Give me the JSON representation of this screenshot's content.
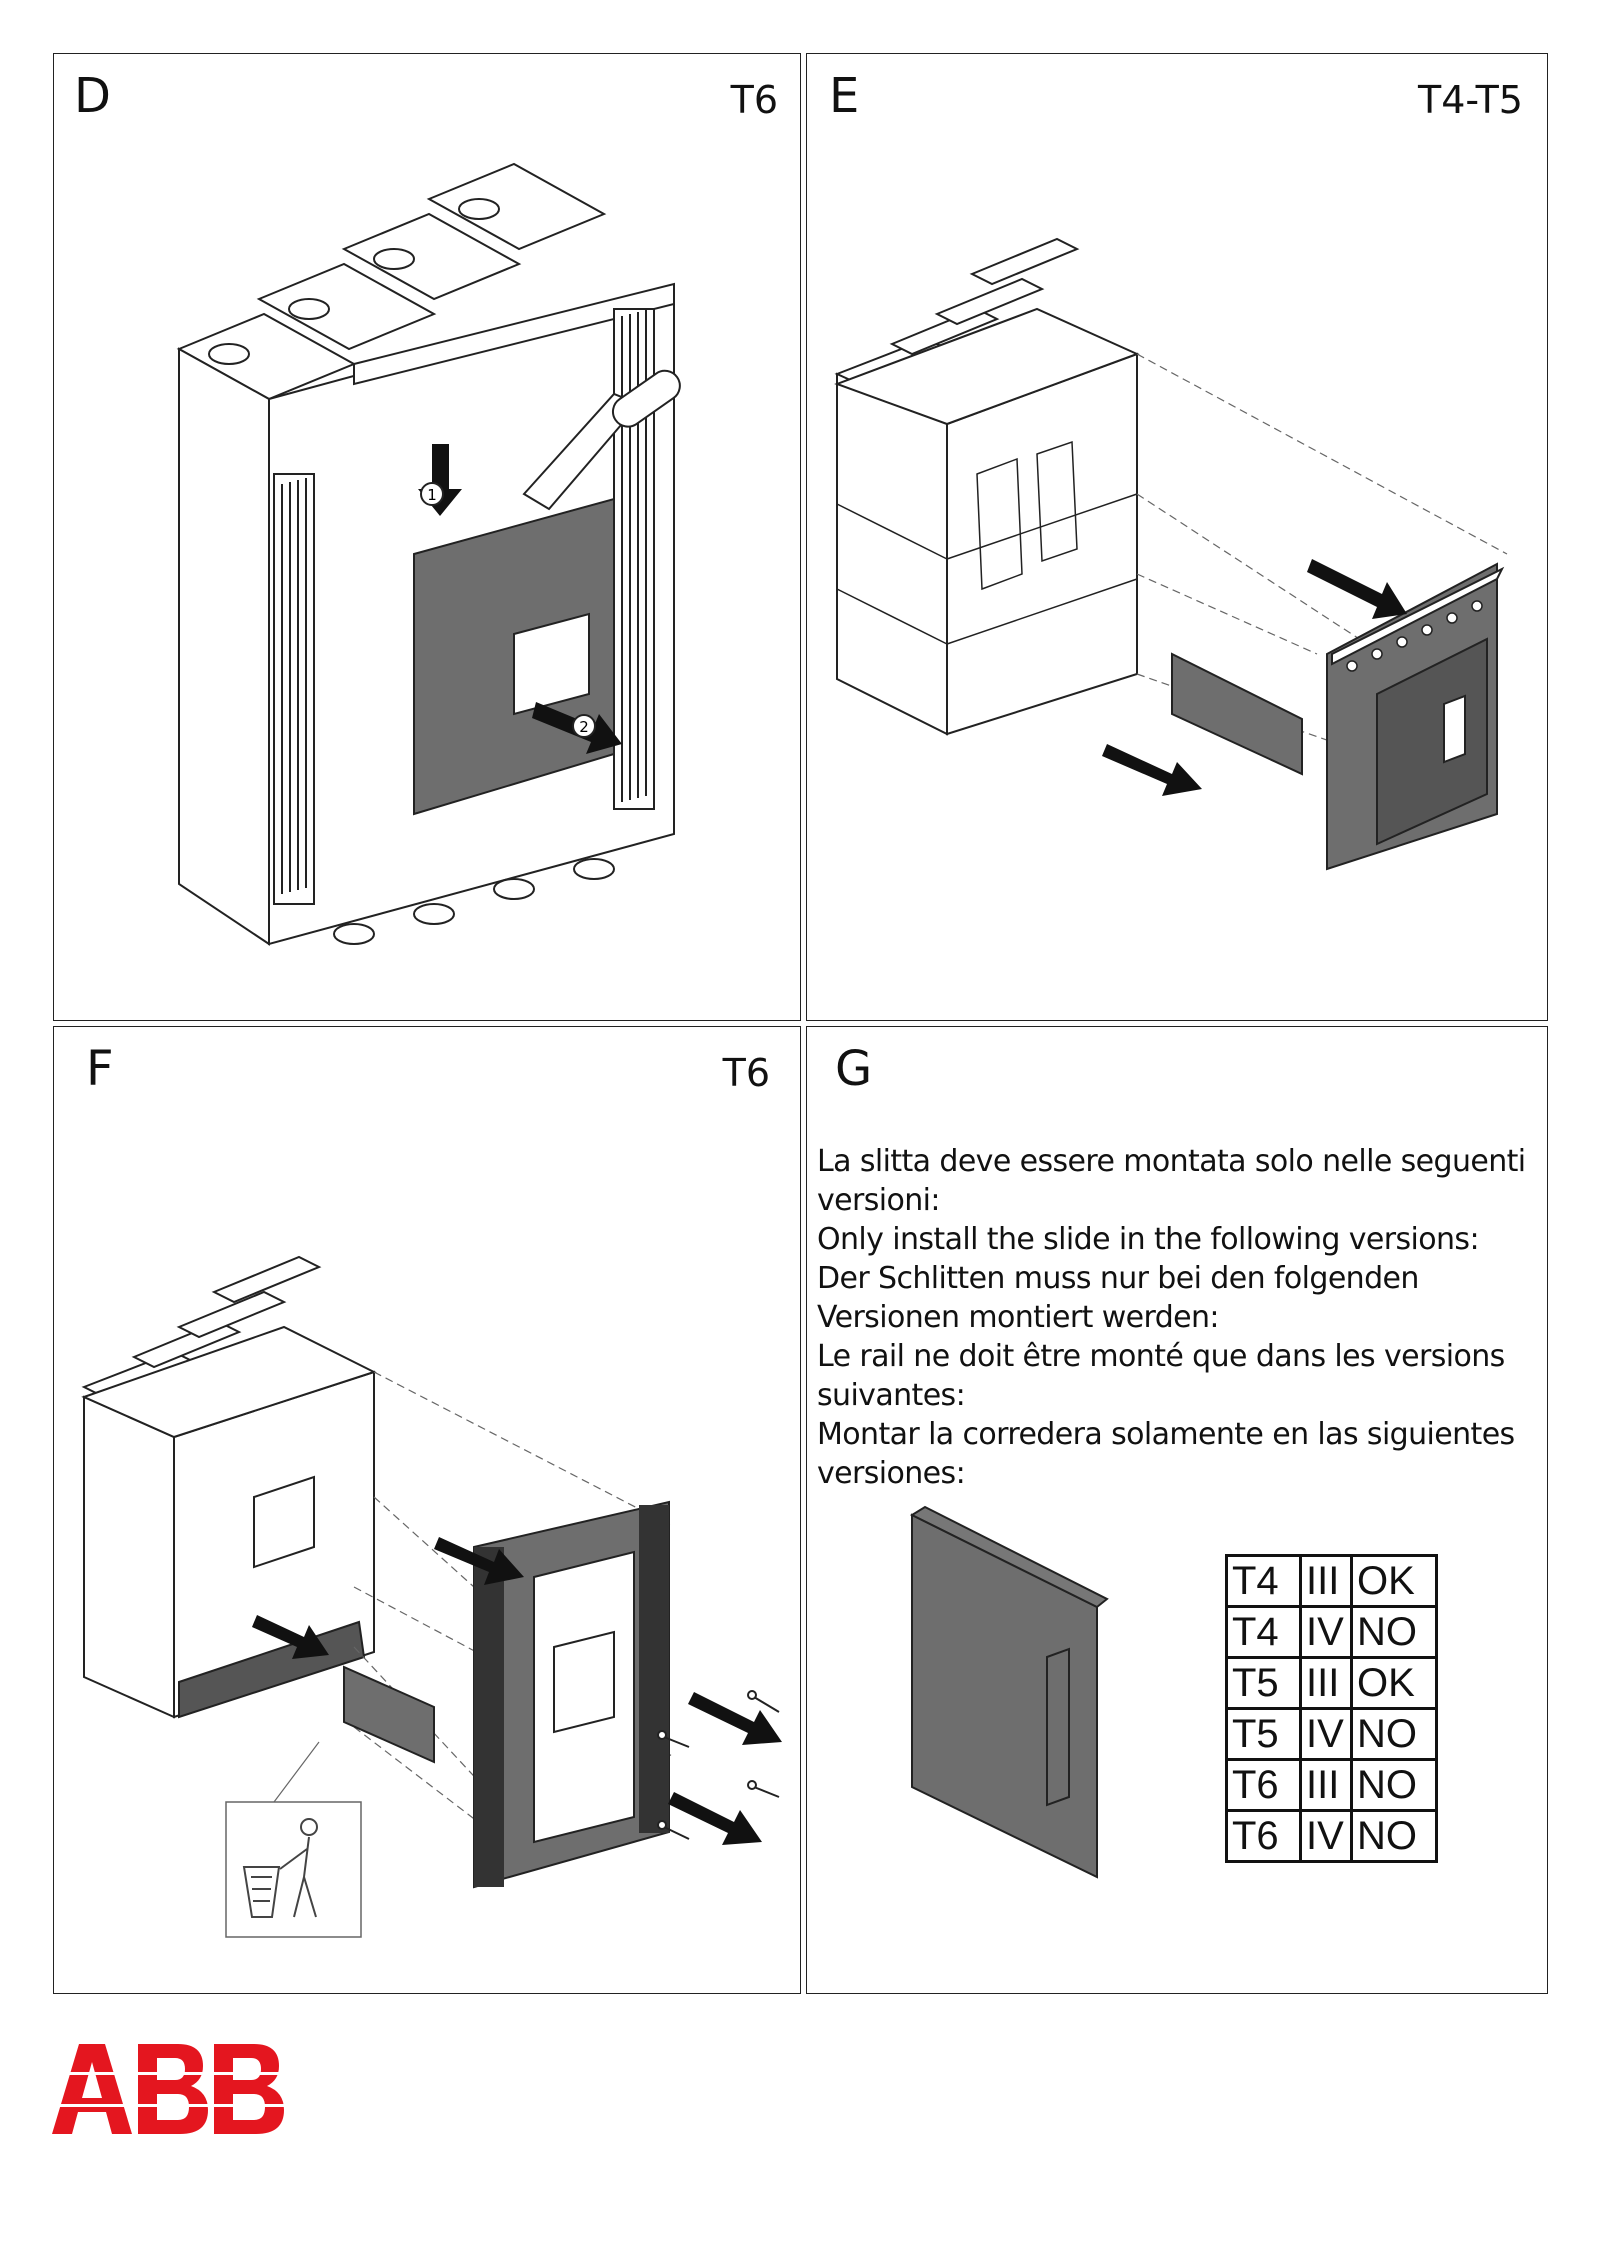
{
  "panels": {
    "d": {
      "letter": "D",
      "model": "T6",
      "callouts": [
        "1",
        "2"
      ]
    },
    "e": {
      "letter": "E",
      "model": "T4-T5"
    },
    "f": {
      "letter": "F",
      "model": "T6"
    },
    "g": {
      "letter": "G",
      "instructions": [
        "La slitta deve essere montata solo nelle seguenti",
        "versioni:",
        "Only install the slide in the following versions:",
        "Der Schlitten muss nur bei den folgenden",
        "Versionen montiert werden:",
        "Le rail ne doit être monté que dans les versions",
        "suivantes:",
        "Montar la corredera solamente en las siguientes",
        "versiones:"
      ],
      "compatibility_table": [
        [
          "T4",
          "III",
          "OK"
        ],
        [
          "T4",
          "IV",
          "NO"
        ],
        [
          "T5",
          "III",
          "OK"
        ],
        [
          "T5",
          "IV",
          "NO"
        ],
        [
          "T6",
          "III",
          "NO"
        ],
        [
          "T6",
          "IV",
          "NO"
        ]
      ]
    }
  },
  "footer": {
    "logo": "ABB"
  },
  "colors": {
    "brand": "#e4161f",
    "part_gray": "#6e6e6e",
    "line": "#222222"
  }
}
